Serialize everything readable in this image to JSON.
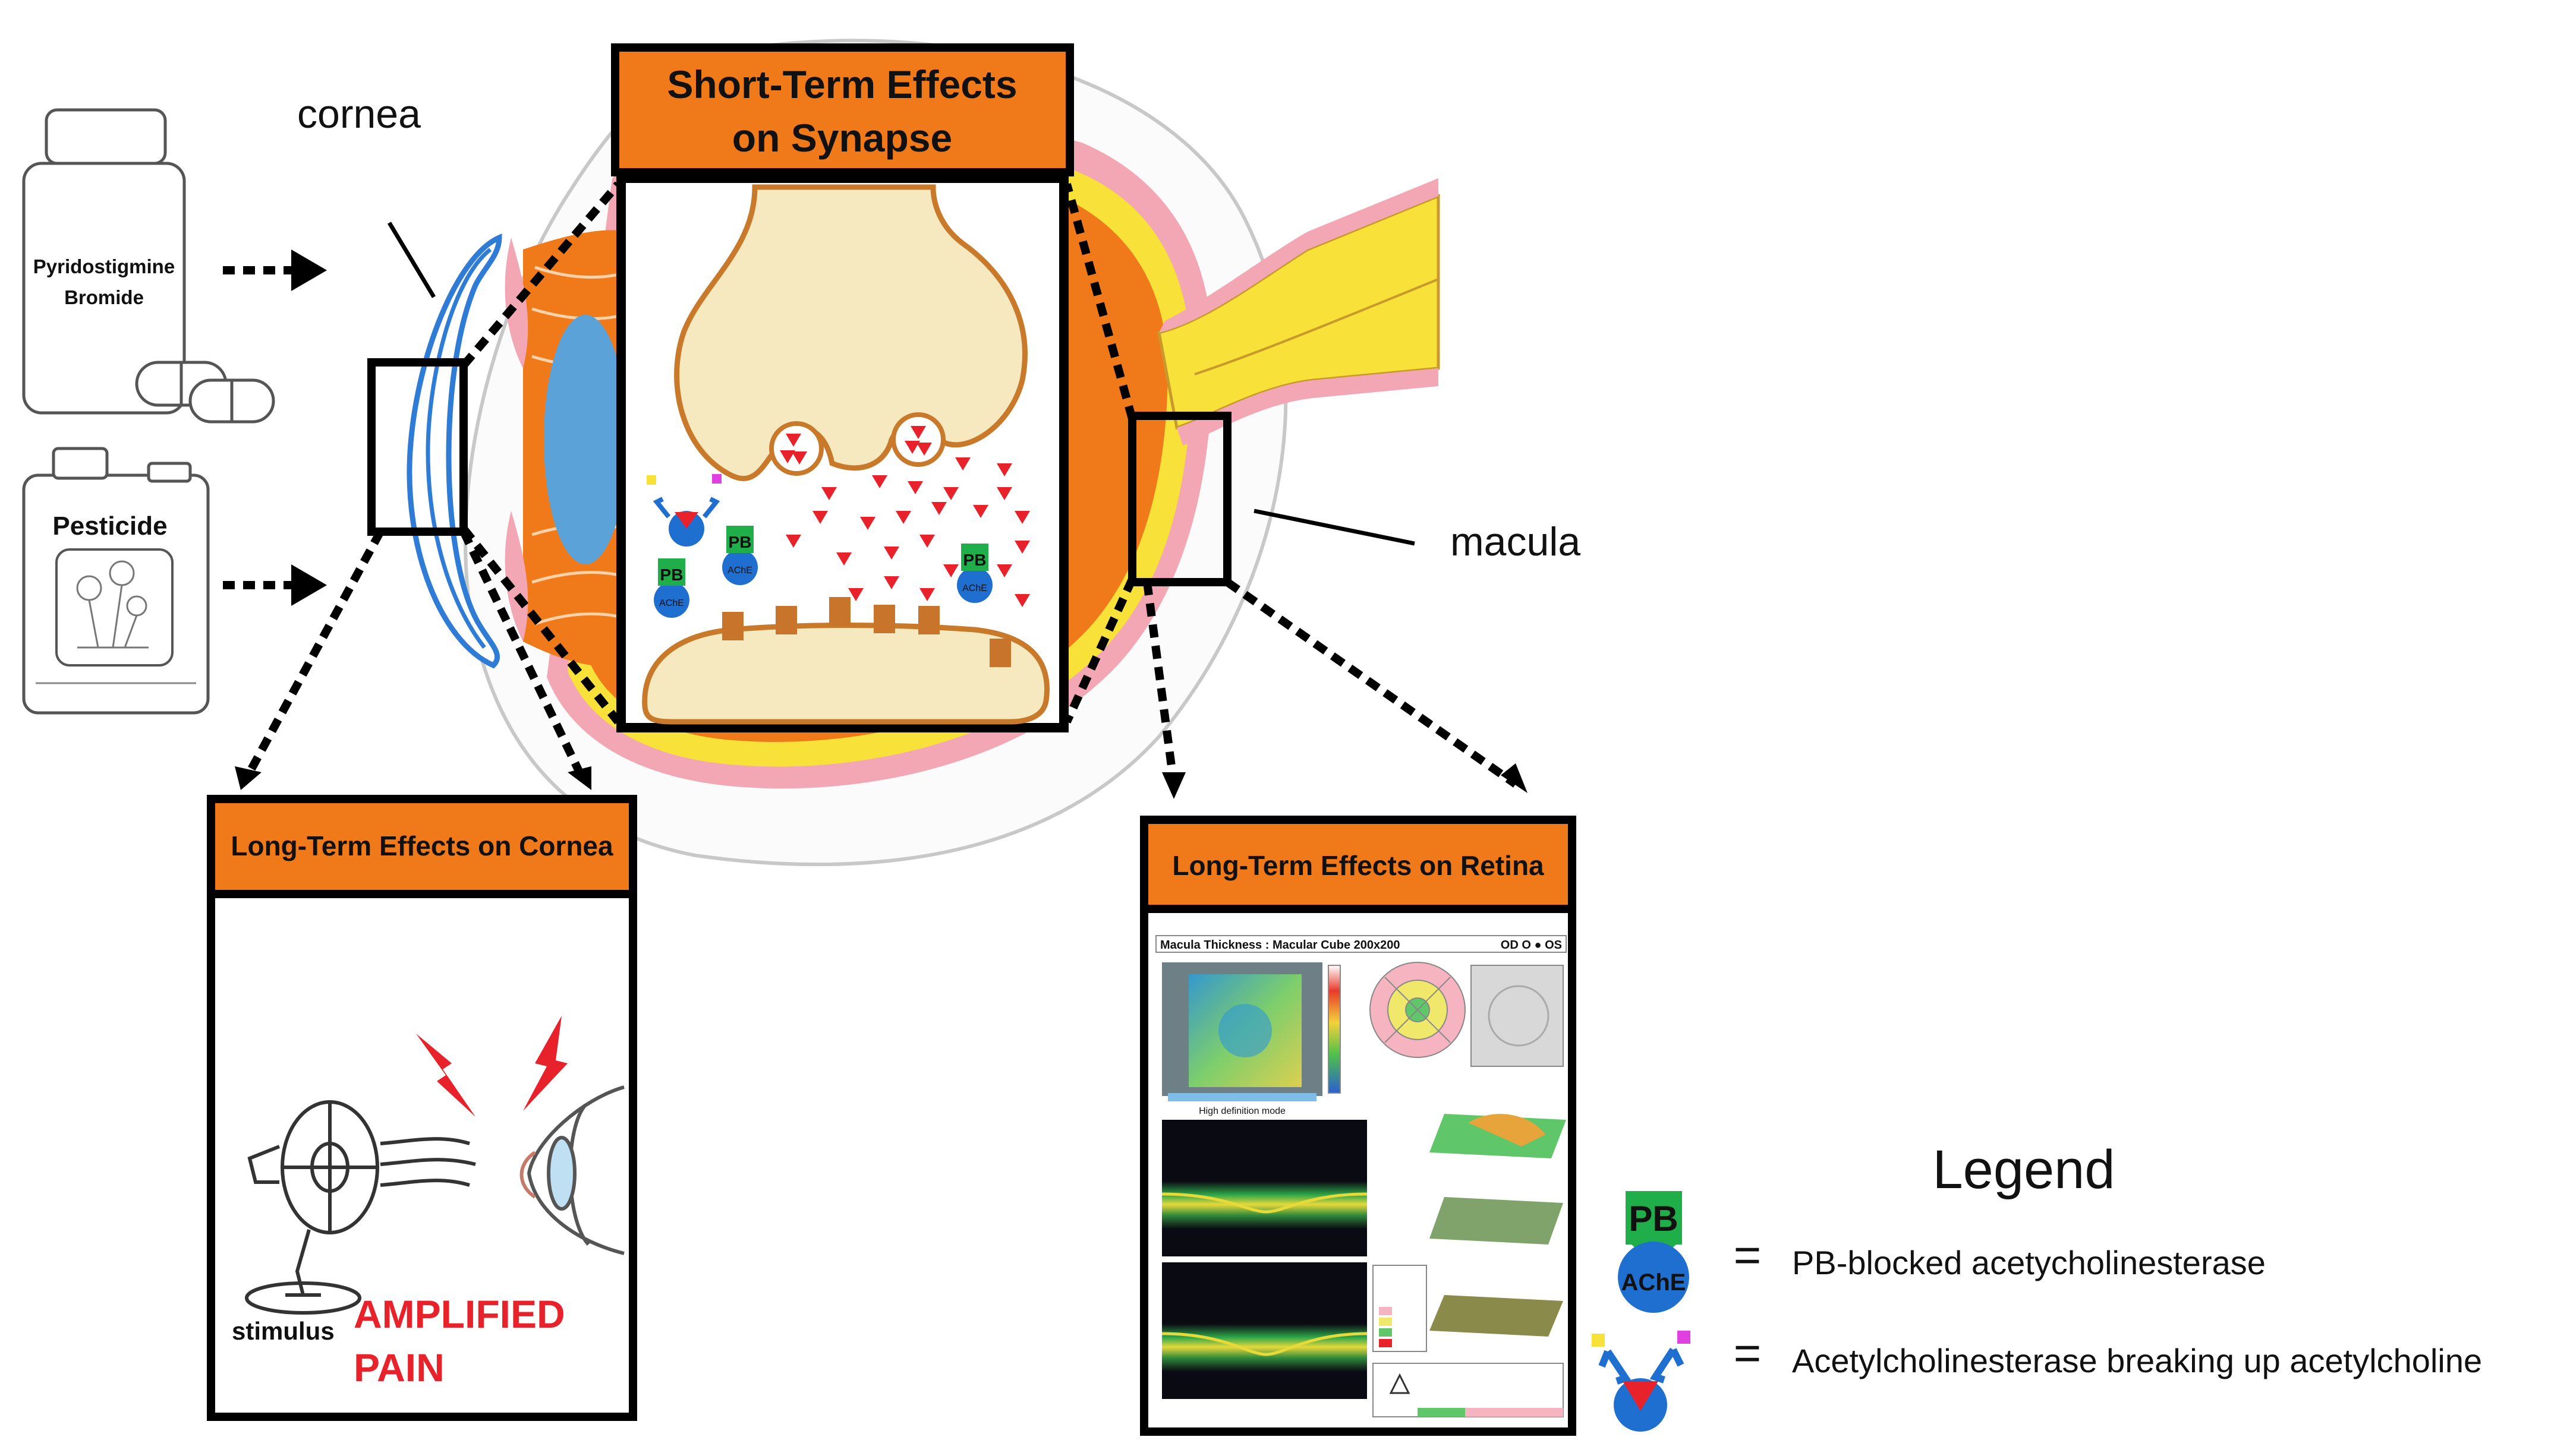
{
  "labels": {
    "cornea": "cornea",
    "macula": "macula",
    "bottle": "Pyridostigmine Bromide",
    "bottle_line1": "Pyridostigmine",
    "bottle_line2": "Bromide",
    "pesticide": "Pesticide"
  },
  "synapse": {
    "title_line1": "Short-Term Effects",
    "title_line2": "on Synapse",
    "pb": "PB",
    "ache": "AChE"
  },
  "cornea_panel": {
    "title": "Long-Term Effects on Cornea",
    "stimulus": "stimulus",
    "pain_line1": "AMPLIFIED",
    "pain_line2": "PAIN"
  },
  "retina_panel": {
    "title": "Long-Term Effects on Retina",
    "report_header": "Macula Thickness : Macular Cube 200x200",
    "report_eyes": "OD  O  ● OS",
    "hd_label": "High definition mode"
  },
  "legend": {
    "title": "Legend",
    "item1": "PB-blocked acetycholinesterase",
    "item2": "Acetylcholinesterase breaking up acetylcholine",
    "equals": "=",
    "pb": "PB",
    "ache": "AChE"
  },
  "colors": {
    "orange": "#f07a1a",
    "black": "#000000",
    "synapse_fill": "#f7e9bf",
    "synapse_stroke": "#c87a2a",
    "ache_blue": "#1f6fd0",
    "pb_green": "#1fae4a",
    "neurotransmitter_red": "#e8222a",
    "cornea_blue": "#2e7cd6",
    "pain_red": "#e8222a"
  }
}
